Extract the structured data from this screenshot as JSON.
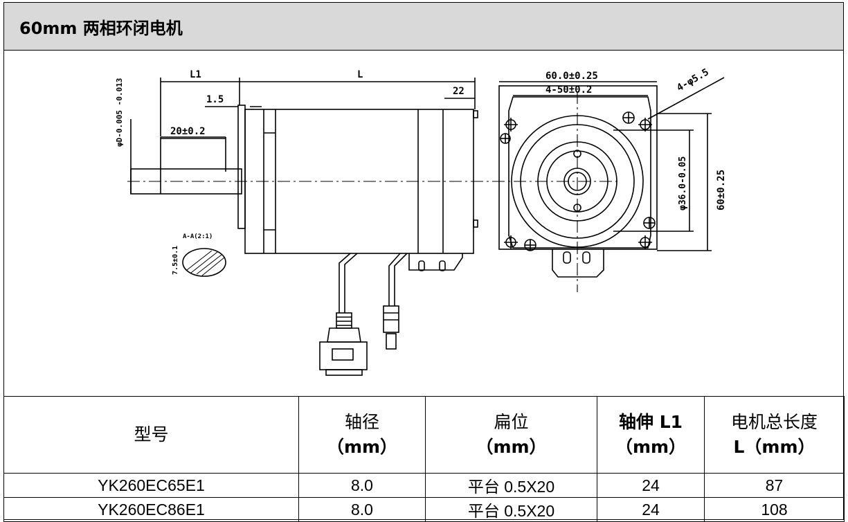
{
  "title": "60mm 两相环闭电机",
  "drawing": {
    "labels": {
      "l1": "L1",
      "l": "L",
      "d15": "1.5",
      "d22": "22",
      "d20": "20±0.2",
      "phi": "φD-0.005 -0.013",
      "section": "A-A(2:1)",
      "flat": "7.5±0.1",
      "w60": "60.0±0.25",
      "w50": "4-50±0.2",
      "holes": "4-φ5.5",
      "pilot": "φ36.0-0.05",
      "h60": "60±0.25"
    }
  },
  "table": {
    "headers": [
      [
        "型号"
      ],
      [
        "轴径",
        "（mm）"
      ],
      [
        "扁位",
        "（mm）"
      ],
      [
        "轴伸 L1",
        "（mm）"
      ],
      [
        "电机总长度",
        "L（mm）"
      ]
    ],
    "rows": [
      [
        "YK260EC65E1",
        "8.0",
        "平台 0.5X20",
        "24",
        "87"
      ],
      [
        "YK260EC86E1",
        "8.0",
        "平台 0.5X20",
        "24",
        "108"
      ]
    ]
  }
}
